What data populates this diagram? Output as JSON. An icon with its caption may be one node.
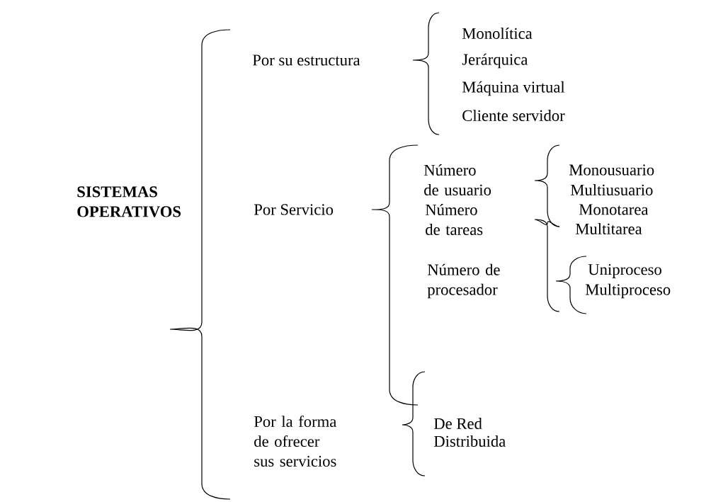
{
  "diagram": {
    "labels": [
      "SISTEMAS OPERATIVOS",
      "Por su estructura",
      "Monolítica",
      "Jerárquica",
      "Máquina virtual",
      "Cliente servidor",
      "Número de usuario",
      "Monousuario",
      "Multiusuario",
      "Por Servicio",
      "Número de tareas",
      "Monotarea",
      "Multitarea",
      "Número de procesador",
      "Uniproceso",
      "Multiproceso",
      "Por la forma de ofrecer sus servicios",
      "De Red",
      "Distribuida"
    ]
  }
}
